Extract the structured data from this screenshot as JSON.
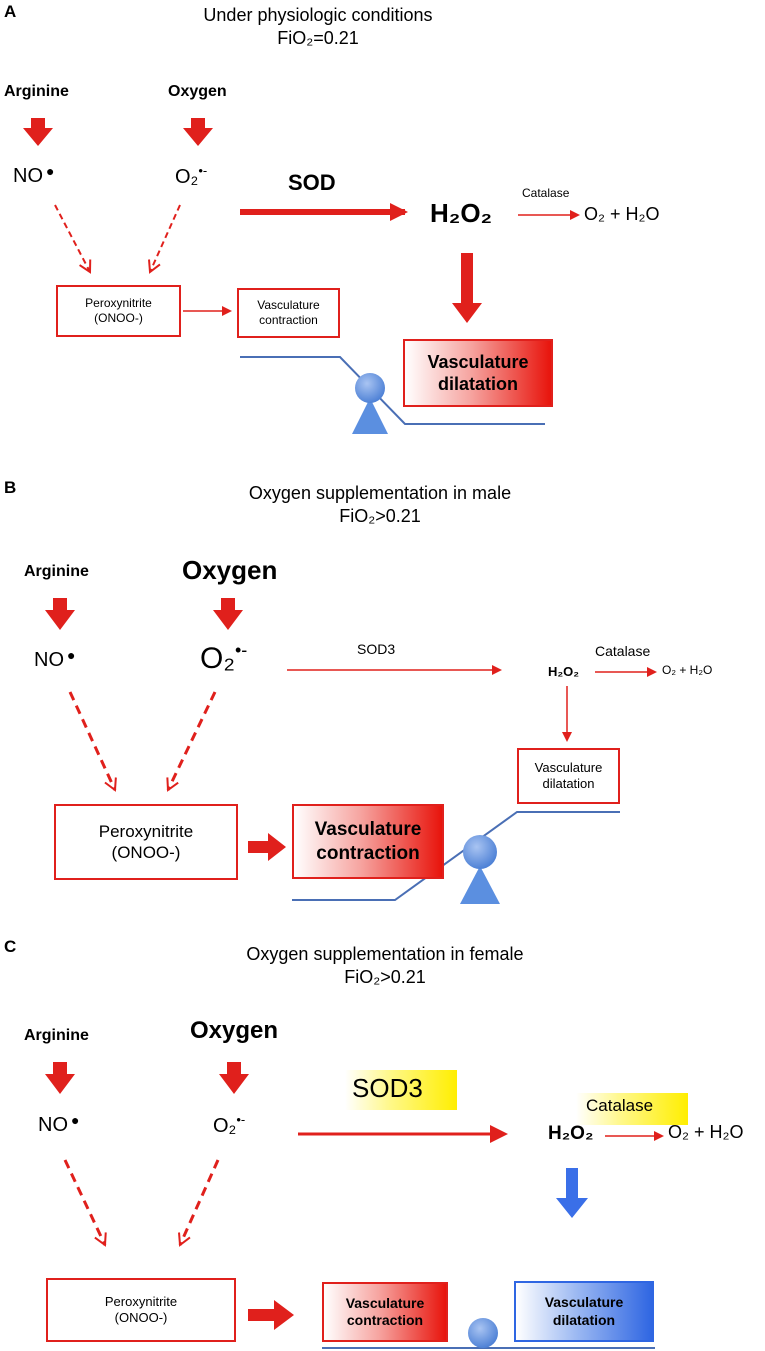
{
  "panels": [
    {
      "label": "A",
      "title": "Under physiologic conditions",
      "fio2": "FiO₂=0.21",
      "arginine": "Arginine",
      "oxygen": "Oxygen",
      "no": "NO",
      "o2": "O₂",
      "o2_sup": "•-",
      "enzyme": "SOD",
      "h2o2": "H₂O₂",
      "catalase": "Catalase",
      "products": "O₂ + H₂O",
      "peroxynitrite": "Peroxynitrite",
      "onoo": "(ONOO-)",
      "contraction": [
        "Vasculature",
        "contraction"
      ],
      "dilatation": [
        "Vasculature",
        "dilatation"
      ]
    },
    {
      "label": "B",
      "title": "Oxygen supplementation in male",
      "fio2": "FiO₂>0.21",
      "arginine": "Arginine",
      "oxygen": "Oxygen",
      "no": "NO",
      "o2": "O₂",
      "o2_sup": "•-",
      "enzyme": "SOD3",
      "h2o2": "H₂O₂",
      "catalase": "Catalase",
      "products": "O₂ + H₂O",
      "peroxynitrite": "Peroxynitrite",
      "onoo": "(ONOO-)",
      "contraction": [
        "Vasculature",
        "contraction"
      ],
      "dilatation": [
        "Vasculature",
        "dilatation"
      ]
    },
    {
      "label": "C",
      "title": "Oxygen supplementation in female",
      "fio2": "FiO₂>0.21",
      "arginine": "Arginine",
      "oxygen": "Oxygen",
      "no": "NO",
      "o2": "O₂",
      "o2_sup": "•-",
      "enzyme": "SOD3",
      "h2o2": "H₂O₂",
      "catalase": "Catalase",
      "products": "O₂ + H₂O",
      "peroxynitrite": "Peroxynitrite",
      "onoo": "(ONOO-)",
      "contraction": [
        "Vasculature",
        "contraction"
      ],
      "dilatation": [
        "Vasculature",
        "dilatation"
      ]
    }
  ],
  "colors": {
    "red": "#e0201c",
    "blue_arrow": "#3a6fe8",
    "pivot_blue": "#5b8fe0",
    "line_blue": "#4a6fb5",
    "highlight_yellow": "#ffee00"
  }
}
